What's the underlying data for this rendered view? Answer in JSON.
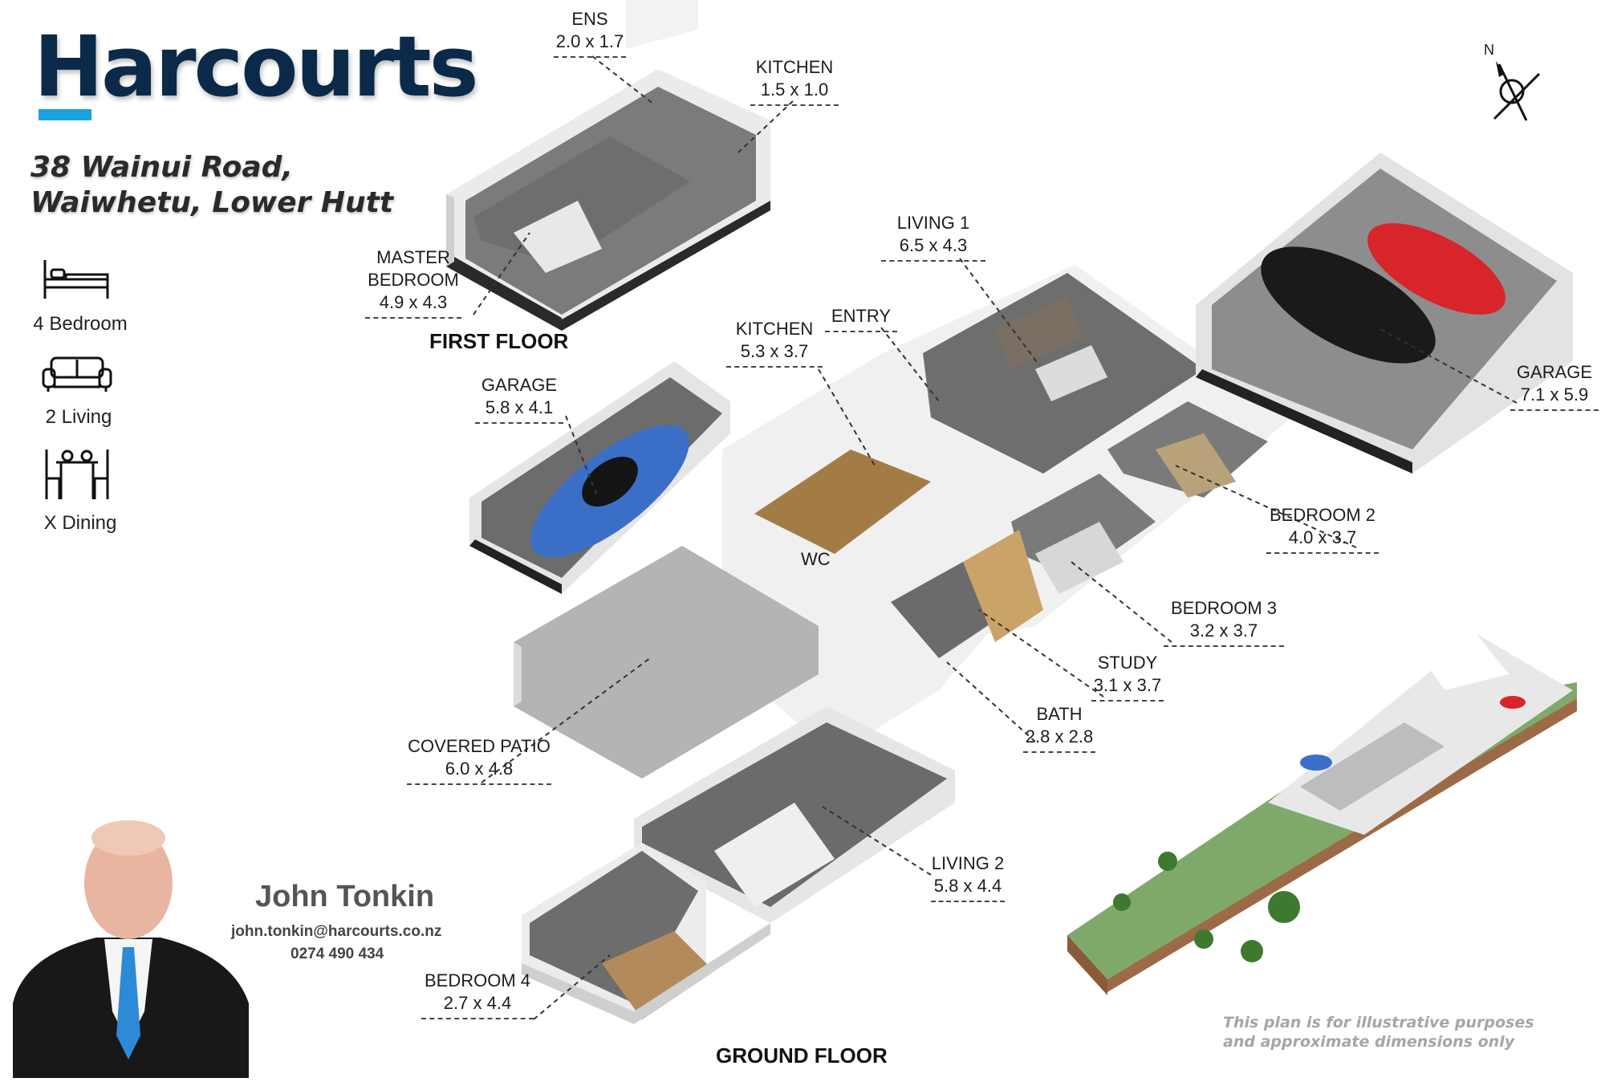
{
  "branding": {
    "logo_text": "Harcourts",
    "brand_color": "#0b2a49",
    "accent_color": "#19a3e0"
  },
  "property": {
    "address_line1": "38 Wainui Road,",
    "address_line2": "Waiwhetu, Lower Hutt"
  },
  "features": [
    {
      "icon": "bed-icon",
      "label": "4 Bedroom"
    },
    {
      "icon": "sofa-icon",
      "label": "2 Living"
    },
    {
      "icon": "dining-icon",
      "label": "X Dining"
    }
  ],
  "floors": {
    "first": "FIRST FLOOR",
    "ground": "GROUND FLOOR"
  },
  "rooms": {
    "ens": {
      "name": "ENS",
      "dims": "2.0 x 1.7"
    },
    "kitchen_upper": {
      "name": "KITCHEN",
      "dims": "1.5 x 1.0"
    },
    "master": {
      "name1": "MASTER",
      "name2": "BEDROOM",
      "dims": "4.9 x 4.3"
    },
    "living1": {
      "name": "LIVING 1",
      "dims": "6.5 x 4.3"
    },
    "entry": {
      "name": "ENTRY"
    },
    "kitchen": {
      "name": "KITCHEN",
      "dims": "5.3 x 3.7"
    },
    "garage_left": {
      "name": "GARAGE",
      "dims": "5.8 x 4.1"
    },
    "garage_right": {
      "name": "GARAGE",
      "dims": "7.1 x 5.9"
    },
    "bedroom2": {
      "name": "BEDROOM 2",
      "dims": "4.0 x 3.7"
    },
    "wc": {
      "name": "WC"
    },
    "bedroom3": {
      "name": "BEDROOM 3",
      "dims": "3.2 x 3.7"
    },
    "study": {
      "name": "STUDY",
      "dims": "3.1 x 3.7"
    },
    "bath": {
      "name": "BATH",
      "dims": "2.8 x 2.8"
    },
    "patio": {
      "name": "COVERED PATIO",
      "dims": "6.0 x 4.8"
    },
    "living2": {
      "name": "LIVING 2",
      "dims": "5.8 x 4.4"
    },
    "bedroom4": {
      "name": "BEDROOM 4",
      "dims": "2.7 x 4.4"
    }
  },
  "compass": {
    "label": "N"
  },
  "agent": {
    "name": "John Tonkin",
    "email": "john.tonkin@harcourts.co.nz",
    "phone": "0274 490 434"
  },
  "disclaimer": {
    "line1": "This plan is for illustrative purposes",
    "line2": "and approximate dimensions only"
  }
}
